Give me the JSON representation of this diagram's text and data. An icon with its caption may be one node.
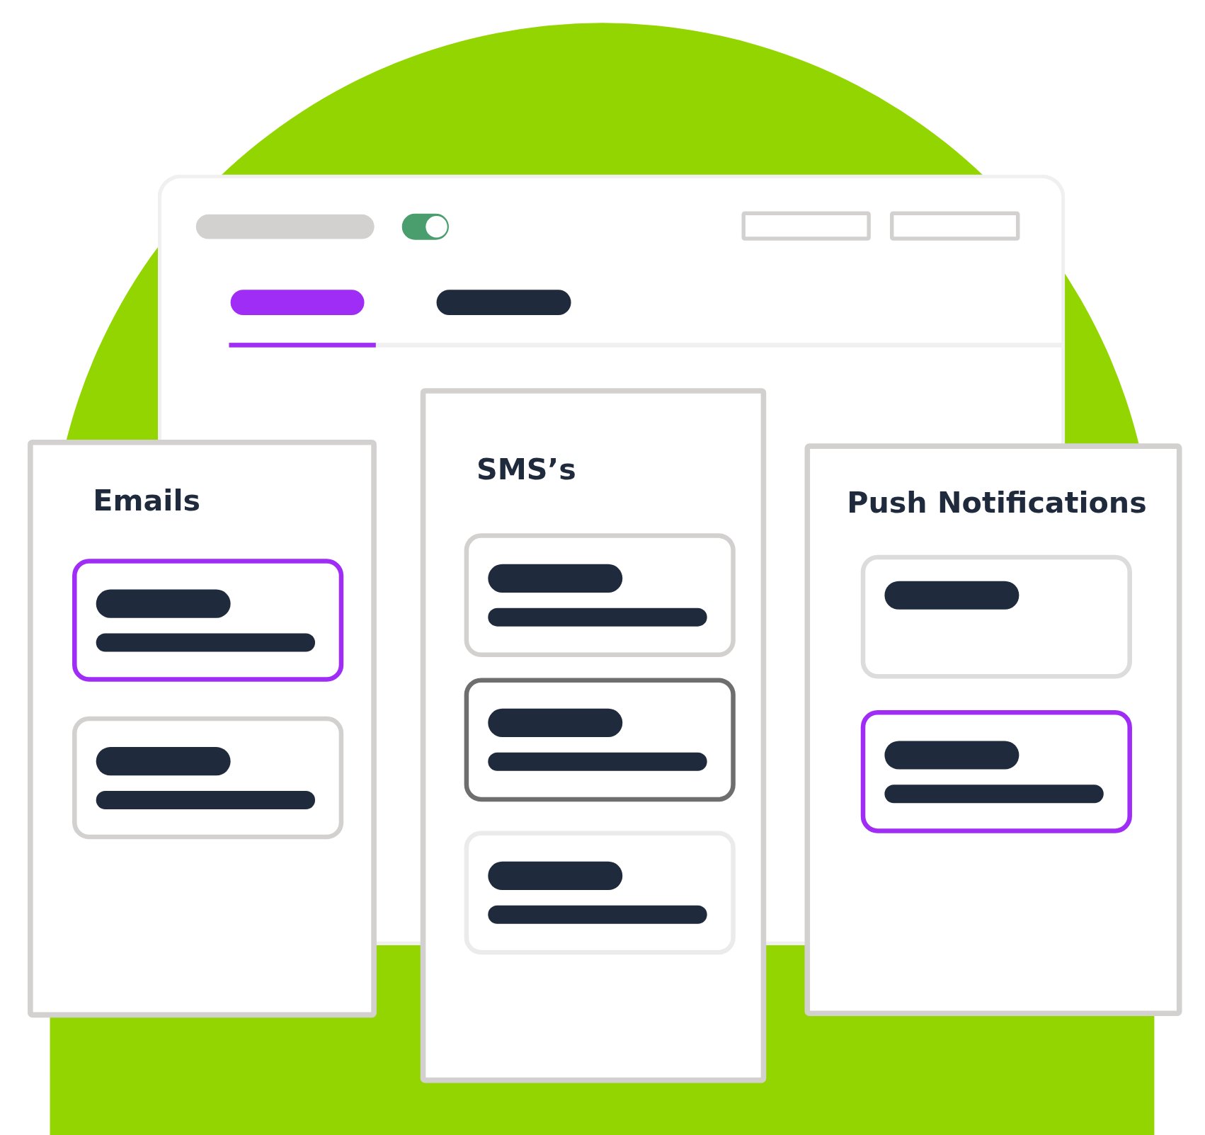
{
  "diagram": {
    "nodes": [
      {
        "text": [],
        "shape": "box"
      },
      {
        "text": [
          "Emails"
        ]
      },
      {
        "text": [],
        "shape": "box",
        "in": 1
      },
      {
        "text": [],
        "shape": "box",
        "in": 1
      },
      {
        "text": [
          "SMS’s"
        ]
      },
      {
        "text": [],
        "shape": "box",
        "in": 4
      },
      {
        "text": [],
        "shape": "box",
        "in": 4
      },
      {
        "text": [],
        "shape": "box",
        "in": 4
      },
      {
        "text": [
          "Push Notifications"
        ]
      },
      {
        "text": [],
        "shape": "box",
        "in": 8
      },
      {
        "text": [],
        "shape": "box",
        "in": 8
      }
    ],
    "edges": []
  }
}
